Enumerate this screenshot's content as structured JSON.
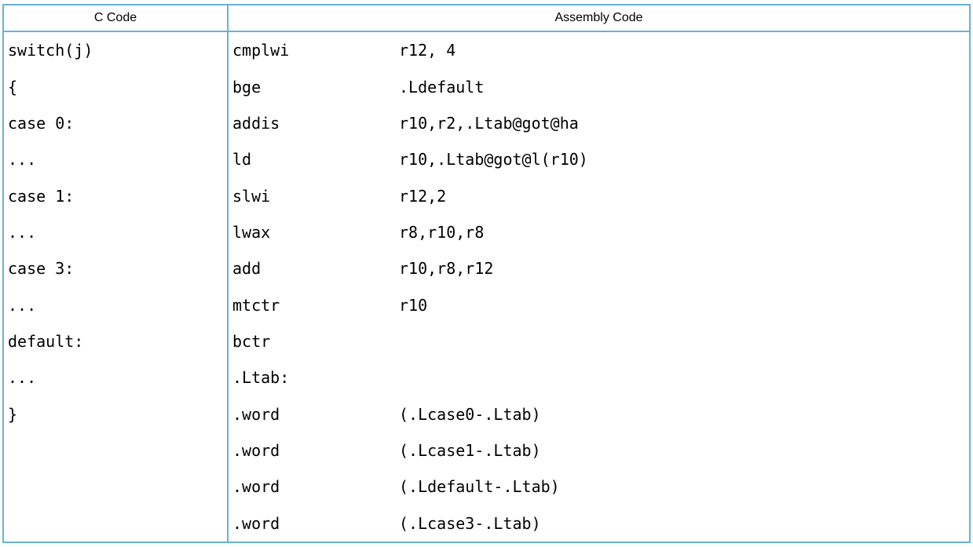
{
  "colors": {
    "border": "#65b2d9",
    "text": "#000000",
    "background": "#ffffff"
  },
  "table": {
    "headers": [
      "C Code",
      "Assembly Code"
    ],
    "rows": [
      {
        "c": "switch(j)",
        "mnemonic": "cmplwi",
        "operands": "r12, 4"
      },
      {
        "c": "{",
        "mnemonic": "bge",
        "operands": ".Ldefault"
      },
      {
        "c": "case 0:",
        "mnemonic": "addis",
        "operands": "r10,r2,.Ltab@got@ha"
      },
      {
        "c": "...",
        "mnemonic": "ld",
        "operands": "r10,.Ltab@got@l(r10)"
      },
      {
        "c": "case 1:",
        "mnemonic": "slwi",
        "operands": "r12,2"
      },
      {
        "c": "...",
        "mnemonic": "lwax",
        "operands": "r8,r10,r8"
      },
      {
        "c": "case 3:",
        "mnemonic": "add",
        "operands": "r10,r8,r12"
      },
      {
        "c": "...",
        "mnemonic": "mtctr",
        "operands": "r10"
      },
      {
        "c": "default:",
        "mnemonic": "bctr",
        "operands": ""
      },
      {
        "c": "...",
        "mnemonic": ".Ltab:",
        "operands": ""
      },
      {
        "c": "}",
        "mnemonic": ".word",
        "operands": "(.Lcase0-.Ltab)"
      },
      {
        "c": "",
        "mnemonic": ".word",
        "operands": "(.Lcase1-.Ltab)"
      },
      {
        "c": "",
        "mnemonic": ".word",
        "operands": "(.Ldefault-.Ltab)"
      },
      {
        "c": "",
        "mnemonic": ".word",
        "operands": "(.Lcase3-.Ltab)"
      }
    ]
  }
}
